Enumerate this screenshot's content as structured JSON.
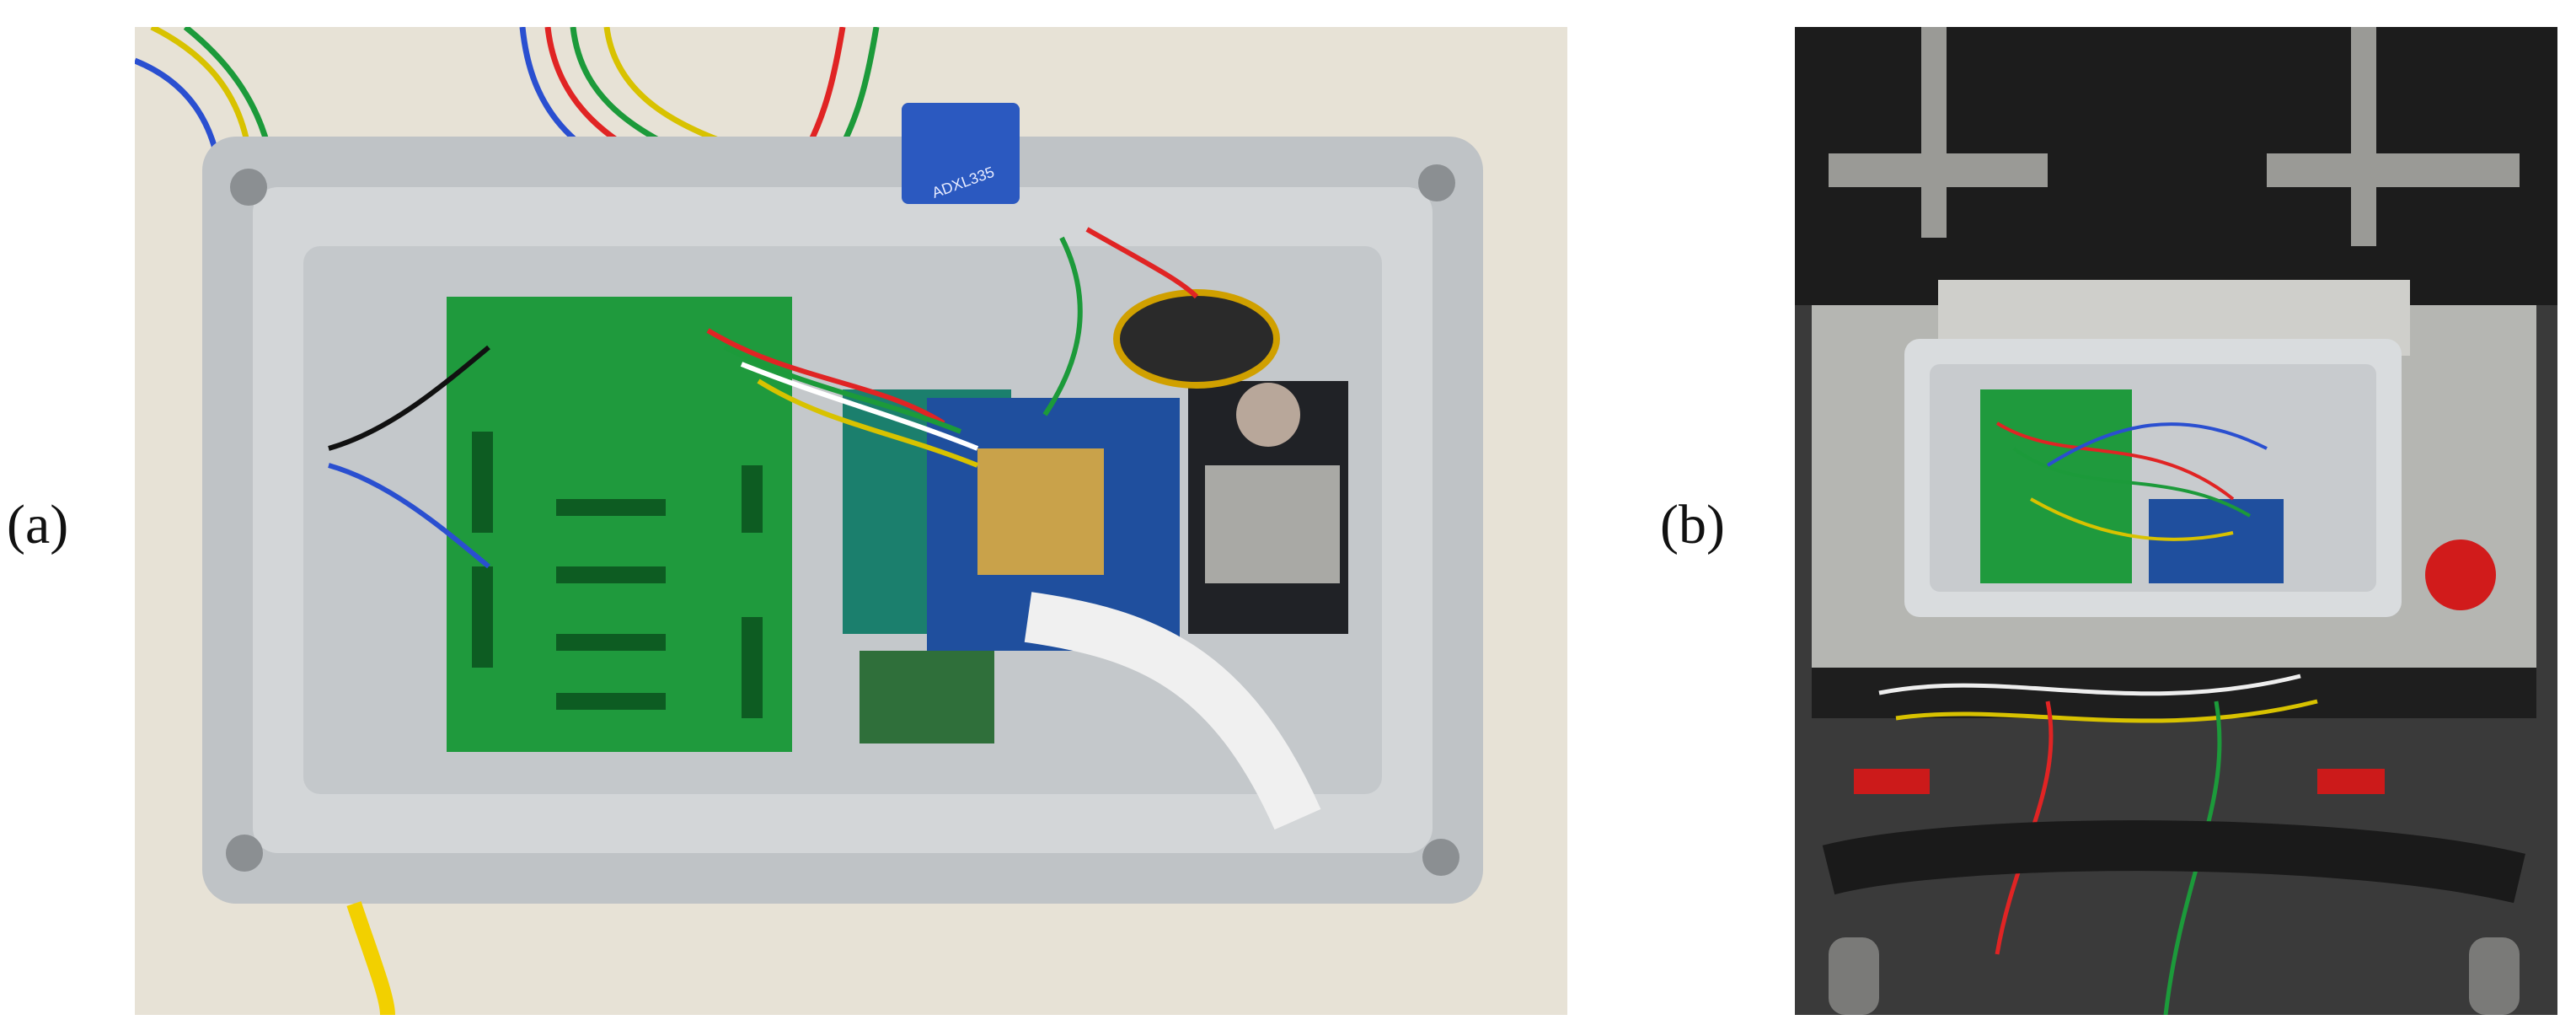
{
  "figure": {
    "panels": [
      {
        "label": "(a)",
        "content": "photo-enclosure-open-top-view"
      },
      {
        "label": "(b)",
        "content": "photo-enclosure-mounted-on-wheelchair"
      }
    ]
  },
  "components": {
    "accelerometer_marking": "ADXL335"
  },
  "colors": {
    "background": "#ffffff",
    "enclosure": "#c9cdd0",
    "pcb_green": "#1f9a3d",
    "arduino_blue": "#1f4f9e",
    "table_surface": "#e7e2d6",
    "frame_dark": "#1c1c1c"
  }
}
